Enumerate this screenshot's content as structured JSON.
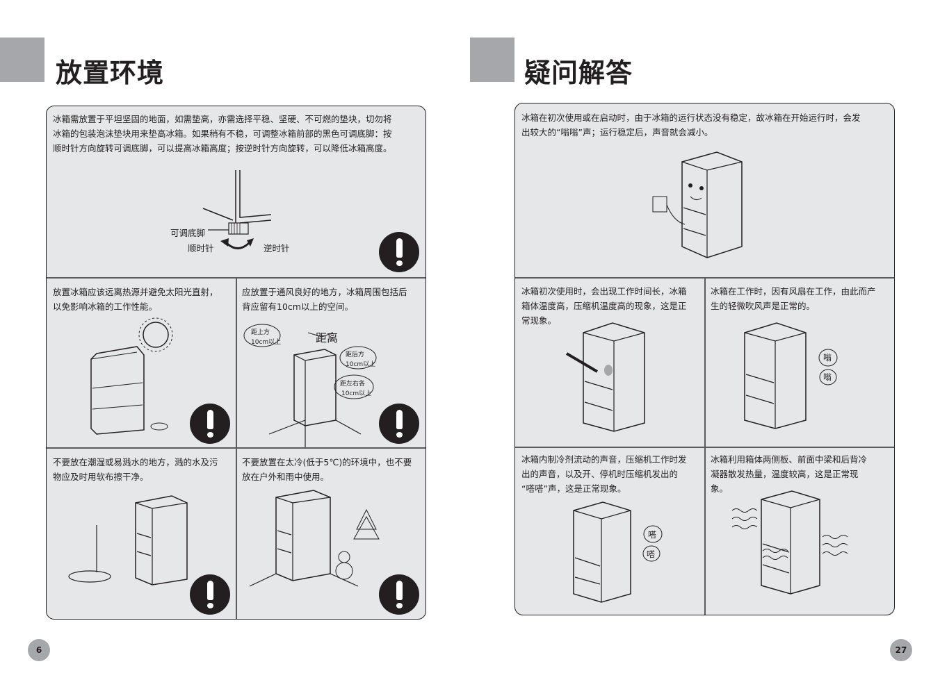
{
  "left_page": {
    "title": "放置环境",
    "page_number": "6",
    "intro": {
      "lines": [
        "冰箱需放置于平坦坚固的地面，如需垫高，亦需选择平稳、坚硬、不可燃的垫块，切勿将",
        "冰箱的包装泡沫垫块用来垫高冰箱。如果稍有不稳，可调整冰箱前部的黑色可调底脚：按",
        "顺时针方向旋转可调底脚，可以提高冰箱高度；按逆时针方向旋转，可以降低冰箱高度。"
      ],
      "labels": {
        "foot": "可调底脚",
        "clockwise": "顺时针",
        "counterclockwise": "逆时针"
      },
      "icon": "warning-icon"
    },
    "cells": [
      {
        "lines": [
          "放置冰箱应该远离热源并避免太阳光直射，",
          "以免影响冰箱的工作性能。"
        ],
        "icon": "warning-icon"
      },
      {
        "lines": [
          "应放置于通风良好的地方，冰箱周围包括后",
          "背应留有10cm以上的空间。"
        ],
        "icon": "warning-icon",
        "callouts": {
          "distance": "距离",
          "top_a": "距上方",
          "top_b": "10cm以上",
          "back_a": "距后方",
          "back_b": "10cm以上",
          "side_a": "距左右各",
          "side_b": "10cm以上"
        }
      },
      {
        "lines": [
          "不要放在潮湿或易溅水的地方，溅的水及污",
          "物应及时用软布擦干净。"
        ],
        "icon": "warning-icon"
      },
      {
        "lines": [
          "不要放置在太冷(低于5℃)的环境中，也不要",
          "放在户外和雨中使用。"
        ],
        "icon": "warning-icon"
      }
    ]
  },
  "right_page": {
    "title": "疑问解答",
    "page_number": "27",
    "intro": {
      "lines": [
        "冰箱在初次使用或在启动时，由于冰箱的运行状态没有稳定，故冰箱在开始运行时，会发",
        "出较大的“嗡嗡”声；运行稳定后，声音就会减小。"
      ]
    },
    "cells": [
      {
        "lines": [
          "冰箱初次使用时，会出现工作时间长，冰箱",
          "箱体温度高，压缩机温度高的现象，这是正",
          "常现象。"
        ]
      },
      {
        "lines": [
          "冰箱在工作时，因有风扇在工作，由此而产",
          "生的轻微吹风声是正常的。"
        ],
        "bubbles": [
          "嗡",
          "嗡"
        ]
      },
      {
        "lines": [
          "冰箱内制冷剂流动的声音，压缩机工作时发",
          "出的声音，以及开、停机时压缩机发出的",
          "“嗒嗒”声，这是正常现象。"
        ],
        "bubbles": [
          "嗒",
          "嗒"
        ]
      },
      {
        "lines": [
          "冰箱利用箱体两侧板、前面中梁和后背冷",
          "凝器散发热量，温度较高，这是正常现",
          "象。"
        ]
      }
    ]
  },
  "colors": {
    "panel_bg": "#e6e7e8",
    "accent_gray": "#a6a7aa",
    "ink": "#231f20"
  }
}
